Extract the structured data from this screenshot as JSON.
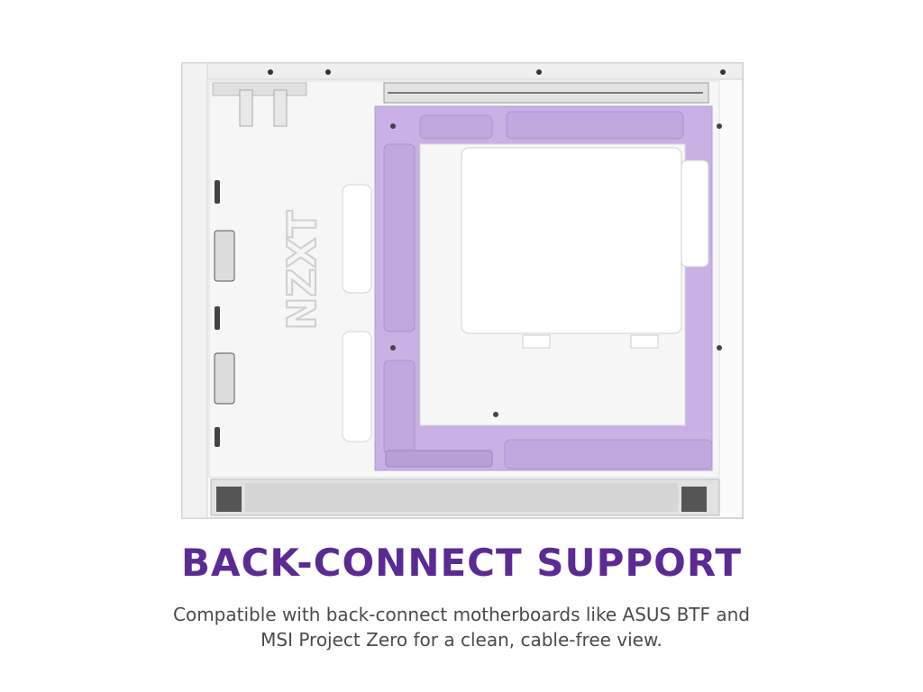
{
  "headline": "BACK-CONNECT SUPPORT",
  "subtitle": {
    "line1": "Compatible with back-connect motherboards like ASUS BTF and",
    "line2": "MSI Project Zero for a clean, cable-free view."
  },
  "colors": {
    "headline": "#5b2b93",
    "subtitle": "#4a4a4a",
    "accent_tray": "#c9b1e6",
    "case_white": "#f4f4f4"
  },
  "image": {
    "description_icon": "pc-case-interior-photo",
    "logo_text": "NZXT"
  }
}
